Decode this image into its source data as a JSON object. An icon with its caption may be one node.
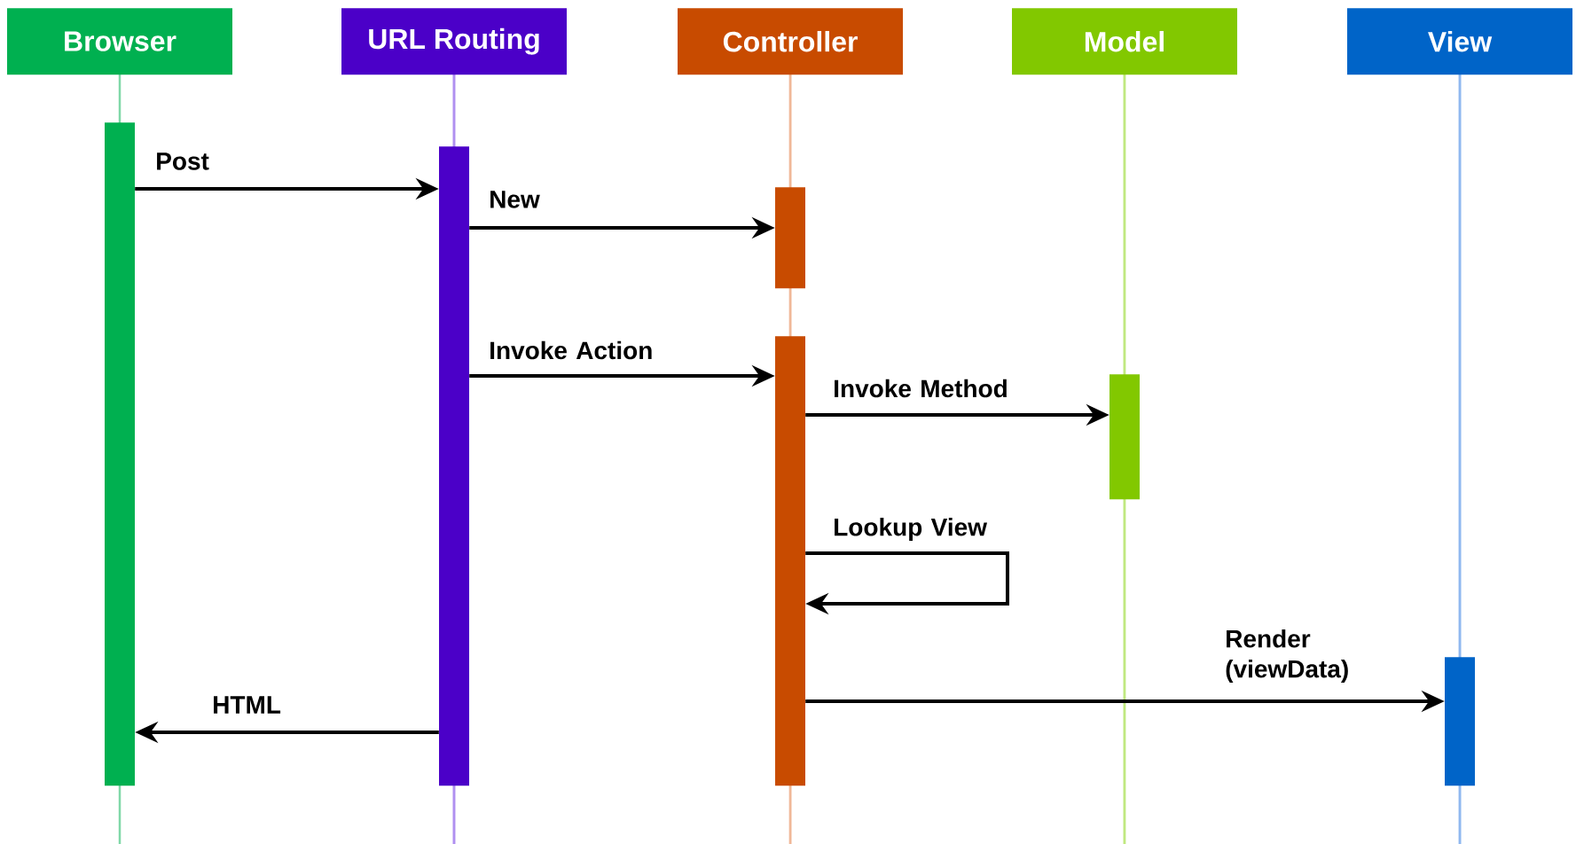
{
  "diagram": {
    "nodes": [
      {
        "text": [
          "Browser"
        ]
      },
      {
        "text": [
          "URL Routing"
        ]
      },
      {
        "text": [
          "Controller"
        ]
      },
      {
        "text": [
          "Model"
        ]
      },
      {
        "text": [
          "View"
        ]
      },
      {
        "text": [],
        "shape": "bar"
      },
      {
        "text": [],
        "shape": "bar"
      },
      {
        "text": [],
        "shape": "bar"
      },
      {
        "text": [],
        "shape": "bar"
      },
      {
        "text": [],
        "shape": "bar"
      },
      {
        "text": [],
        "shape": "bar"
      }
    ],
    "edges": [
      {
        "from": 5,
        "to": 6,
        "arrow": "to",
        "label": "Post"
      },
      {
        "from": 6,
        "to": 7,
        "arrow": "to",
        "label": "New"
      },
      {
        "from": 6,
        "to": 8,
        "arrow": "to",
        "label": "Invoke Action"
      },
      {
        "from": 8,
        "to": 9,
        "arrow": "to",
        "label": "Invoke Method"
      },
      {
        "from": 8,
        "to": 8,
        "arrow": "to",
        "label": "Lookup View"
      },
      {
        "from": 8,
        "to": 10,
        "arrow": "to",
        "label": "Render (viewData)"
      },
      {
        "from": 6,
        "to": 5,
        "arrow": "to",
        "label": "HTML"
      }
    ]
  }
}
